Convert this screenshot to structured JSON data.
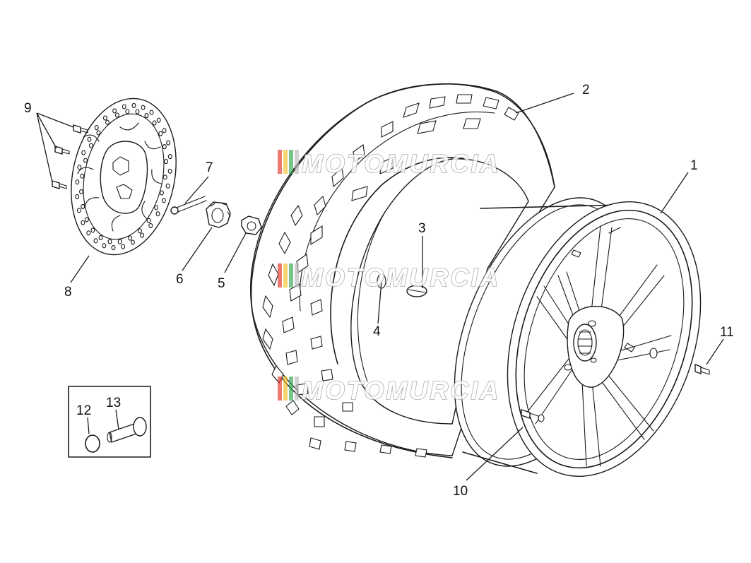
{
  "callouts": [
    {
      "id": "c1",
      "label": "1"
    },
    {
      "id": "c2",
      "label": "2"
    },
    {
      "id": "c3",
      "label": "3"
    },
    {
      "id": "c4",
      "label": "4"
    },
    {
      "id": "c5",
      "label": "5"
    },
    {
      "id": "c6",
      "label": "6"
    },
    {
      "id": "c7",
      "label": "7"
    },
    {
      "id": "c8",
      "label": "8"
    },
    {
      "id": "c9",
      "label": "9"
    },
    {
      "id": "c10",
      "label": "10"
    },
    {
      "id": "c11",
      "label": "11"
    },
    {
      "id": "c12",
      "label": "12"
    },
    {
      "id": "c13",
      "label": "13"
    }
  ],
  "watermark": {
    "text": "MOTOMURCIA",
    "logo_colors": [
      "#e23b2e",
      "#f2c12e",
      "#3aa655",
      "#bdbdbd"
    ]
  },
  "colors": {
    "line": "#1a1a1a",
    "background": "#ffffff"
  }
}
